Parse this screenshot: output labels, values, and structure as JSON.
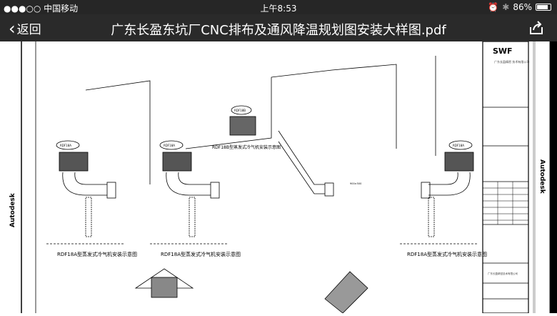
{
  "status": {
    "carrier": "●●●○○ 中国移动",
    "wifi_icon": "wifi-icon",
    "time": "上午8:53",
    "alarm_icon": "alarm-icon",
    "bluetooth_icon": "bluetooth-icon",
    "battery": "86%",
    "battery_level": 86
  },
  "nav": {
    "back_label": "返回",
    "title": "广东长盈东坑厂CNC排布及通风降温规划图安装大样图.pdf",
    "share_icon": "share-icon"
  },
  "drawing": {
    "watermark": "Autodesk",
    "unit_a": "RDF18A",
    "unit_b": "RDF18B",
    "caption_a": "RDF18A型蒸发式冷气机安装示意图",
    "caption_b": "RDF18B型蒸发式冷气机安装示意图",
    "size_label": "900×500",
    "company": "广东长盈精密技术有限公司",
    "title_block": {
      "company": "广东长盈精密 技术有限公司",
      "logo": "SWF"
    }
  }
}
